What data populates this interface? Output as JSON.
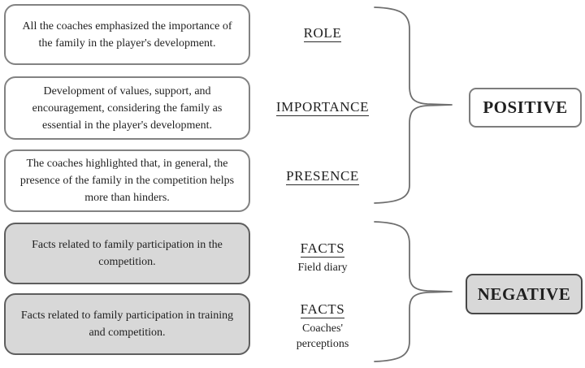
{
  "diagram": {
    "categories": [
      {
        "text": "All the coaches emphasized the importance of the family in the player's development.",
        "style": "white"
      },
      {
        "text": "Development of values, support, and encouragement, considering the family as essential in the player's development.",
        "style": "white"
      },
      {
        "text": "The coaches highlighted that, in general, the presence of the family in the competition helps more than hinders.",
        "style": "white"
      },
      {
        "text": "Facts related to family participation in the competition.",
        "style": "gray"
      },
      {
        "text": "Facts related to family participation in training and competition.",
        "style": "gray"
      }
    ],
    "themes": [
      {
        "title": "ROLE",
        "subtitle": ""
      },
      {
        "title": "IMPORTANCE",
        "subtitle": ""
      },
      {
        "title": "PRESENCE",
        "subtitle": ""
      },
      {
        "title": "FACTS",
        "subtitle": "Field diary"
      },
      {
        "title": "FACTS",
        "subtitle": "Coaches' perceptions"
      }
    ],
    "outcomes": [
      {
        "label": "POSITIVE",
        "style": "white"
      },
      {
        "label": "NEGATIVE",
        "style": "gray"
      }
    ],
    "colors": {
      "white_box_fill": "#ffffff",
      "gray_box_fill": "#d8d8d8",
      "white_box_border": "#828282",
      "gray_box_border": "#5e5e5e",
      "negative_box_border": "#474747",
      "text": "#1f1f1f",
      "brace": "#6e6e6e"
    }
  }
}
